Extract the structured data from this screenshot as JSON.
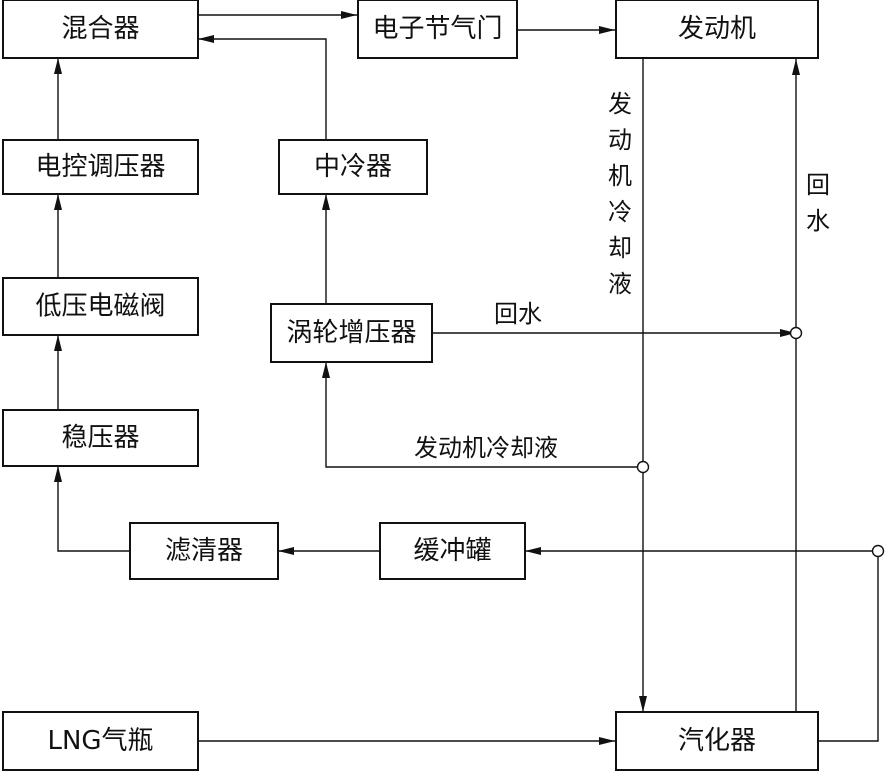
{
  "colors": {
    "line": "#111111",
    "background": "#ffffff"
  },
  "boxes": {
    "mixer": "混合器",
    "throttle": "电子节气门",
    "engine": "发动机",
    "regulator_ecu": "电控调压器",
    "intercooler": "中冷器",
    "low_pressure_valve": "低压电磁阀",
    "turbocharger": "涡轮增压器",
    "stabilizer": "稳压器",
    "filter": "滤清器",
    "buffer_tank": "缓冲罐",
    "lng_tank": "LNG气瓶",
    "vaporizer": "汽化器"
  },
  "labels": {
    "engine_coolant_vertical": [
      "发",
      "动",
      "机",
      "冷",
      "却",
      "液"
    ],
    "return_water_vertical": [
      "回",
      "水"
    ],
    "return_water_horizontal": "回水",
    "engine_coolant_horizontal": "发动机冷却液"
  }
}
